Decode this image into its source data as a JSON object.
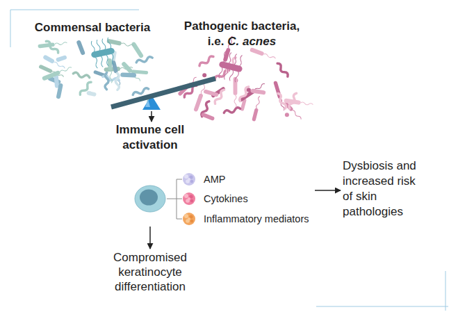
{
  "diagram": {
    "nodes": [
      {
        "text": [
          "Immune cell activation"
        ]
      },
      {
        "text": [
          "AMP"
        ],
        "in": 0
      },
      {
        "text": [
          "Cytokines"
        ],
        "in": 0
      },
      {
        "text": [
          "Inflammatory mediators"
        ],
        "in": 0
      },
      {
        "text": [
          "Dysbiosis and increased risk of skin pathologies"
        ]
      },
      {
        "text": [
          "Compromised keratinocyte differentiation"
        ]
      }
    ],
    "edges": [
      {
        "from": 0,
        "to": 4,
        "arrow": "to"
      },
      {
        "from": 0,
        "to": 5,
        "arrow": "to"
      }
    ],
    "labels": [
      "Commensal bacteria",
      "Pathogenic bacteria, i.e. C. acnes"
    ]
  }
}
